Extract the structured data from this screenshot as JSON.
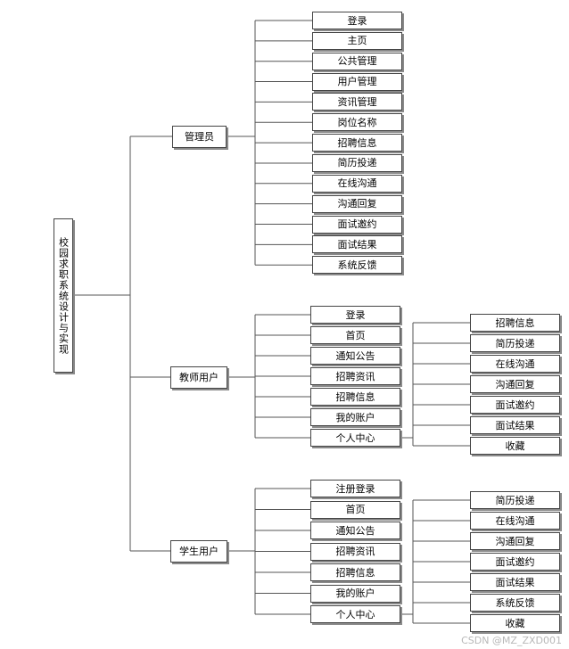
{
  "root": "校园求职系统设计与实现",
  "branches": [
    {
      "key": "admin",
      "label": "管理员",
      "items": [
        "登录",
        "主页",
        "公共管理",
        "用户管理",
        "资讯管理",
        "岗位名称",
        "招聘信息",
        "简历投递",
        "在线沟通",
        "沟通回复",
        "面试邀约",
        "面试结果",
        "系统反馈"
      ],
      "sub_items": []
    },
    {
      "key": "teacher",
      "label": "教师用户",
      "items": [
        "登录",
        "首页",
        "通知公告",
        "招聘资讯",
        "招聘信息",
        "我的账户",
        "个人中心"
      ],
      "sub_items": [
        "招聘信息",
        "简历投递",
        "在线沟通",
        "沟通回复",
        "面试邀约",
        "面试结果",
        "收藏"
      ]
    },
    {
      "key": "student",
      "label": "学生用户",
      "items": [
        "注册登录",
        "首页",
        "通知公告",
        "招聘资讯",
        "招聘信息",
        "我的账户",
        "个人中心"
      ],
      "sub_items": [
        "简历投递",
        "在线沟通",
        "沟通回复",
        "面试邀约",
        "面试结果",
        "系统反馈",
        "收藏"
      ]
    }
  ],
  "watermark": "CSDN @MZ_ZXD001"
}
